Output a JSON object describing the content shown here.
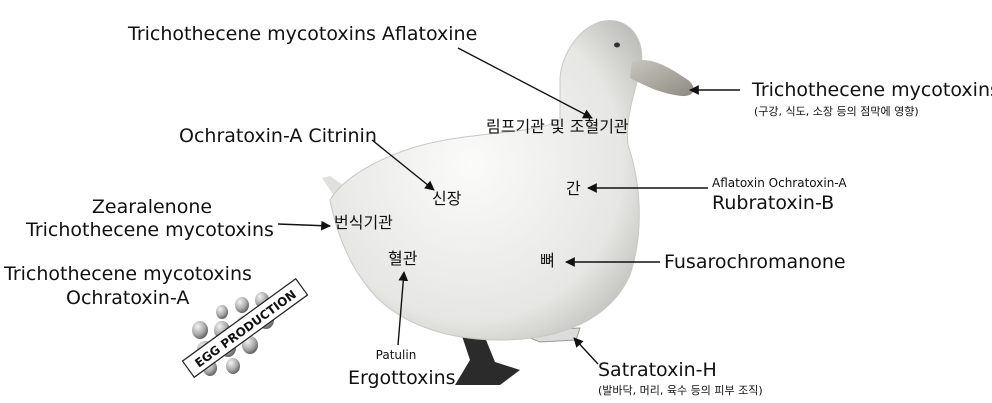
{
  "labels": {
    "top": "Trichothecene mycotoxins Aflatoxine",
    "beak_main": "Trichothecene mycotoxins",
    "beak_sub": "(구강, 식도, 소장 등의 점막에 영향)",
    "ochra": "Ochratoxin-A Citrinin",
    "zear_1": "Zearalenone",
    "zear_2": "Trichothecene mycotoxins",
    "egg_1": "Trichothecene mycotoxins",
    "egg_2": "Ochratoxin-A",
    "liver_1": "Aflatoxin Ochratoxin-A",
    "liver_2": "Rubratoxin-B",
    "bone": "Fusarochromanone",
    "patulin": "Patulin",
    "ergot": "Ergottoxins",
    "satra": "Satratoxin-H",
    "satra_sub": "(발바닥, 머리, 육수 등의 피부 조직)"
  },
  "organs": {
    "lymph": "림프기관 및 조혈기관",
    "kidney": "신장",
    "liver": "간",
    "repro": "번식기관",
    "vessel": "혈관",
    "bone": "뼈"
  },
  "stamp": "EGG PRODUCTION",
  "colors": {
    "text": "#111111",
    "duck_body": "#f1f1ef",
    "duck_shadow": "#b9b9b5",
    "beak": "#a8a59d",
    "feet": "#2b2b2b",
    "eggs": "#8f8f8f"
  }
}
